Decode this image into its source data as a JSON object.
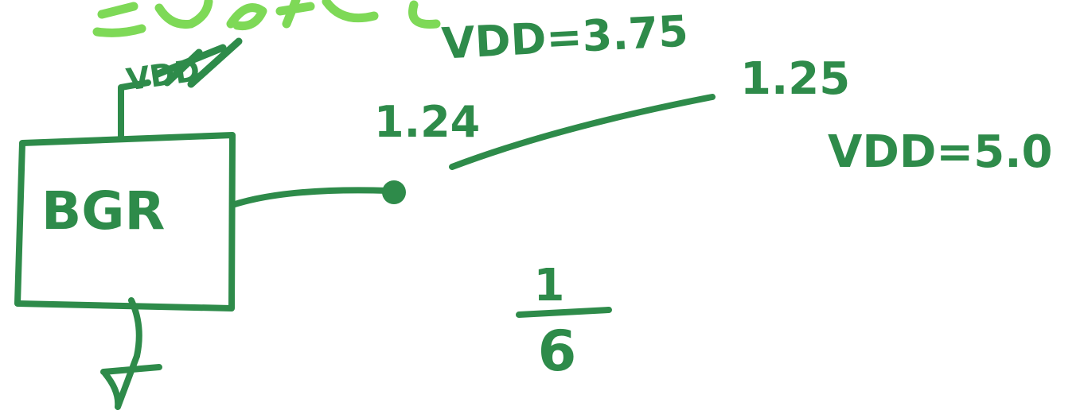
{
  "colors": {
    "ink_dark_green": "#2e8b4a",
    "ink_light_green": "#7ed957",
    "background": "#ffffff"
  },
  "diagram": {
    "block": {
      "label": "BGR"
    },
    "supply_label": "VDD",
    "vdd_low": "VDD=3.75",
    "vdd_high": "VDD=5.0",
    "output_low": "1.24",
    "output_high": "1.25",
    "fraction": {
      "numerator": "1",
      "denominator": "6"
    }
  }
}
